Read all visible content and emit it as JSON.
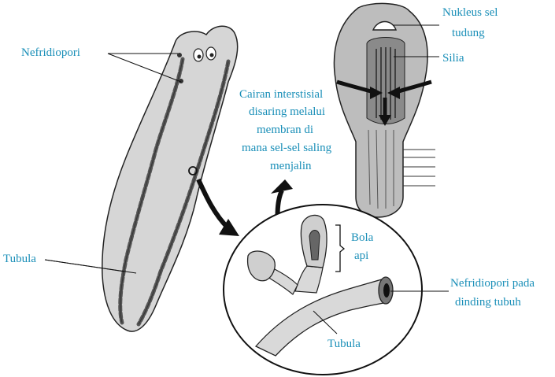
{
  "labels": {
    "nefridiopori": "Nefridiopori",
    "tubula_left": "Tubula",
    "cairan_1": "Cairan interstisial",
    "cairan_2": "disaring melalui",
    "cairan_3": "membran di",
    "cairan_4": "mana sel-sel saling",
    "cairan_5": "menjalin",
    "nukleus_1": "Nukleus sel",
    "nukleus_2": "tudung",
    "silia": "Silia",
    "bola_1": "Bola",
    "bola_2": "api",
    "nefridio_dinding_1": "Nefridiopori pada",
    "nefridio_dinding_2": "dinding tubuh",
    "tubula_bottom": "Tubula"
  },
  "colors": {
    "label": "#1a8fb8",
    "body_fill": "#d6d6d6",
    "outline": "#222222"
  }
}
